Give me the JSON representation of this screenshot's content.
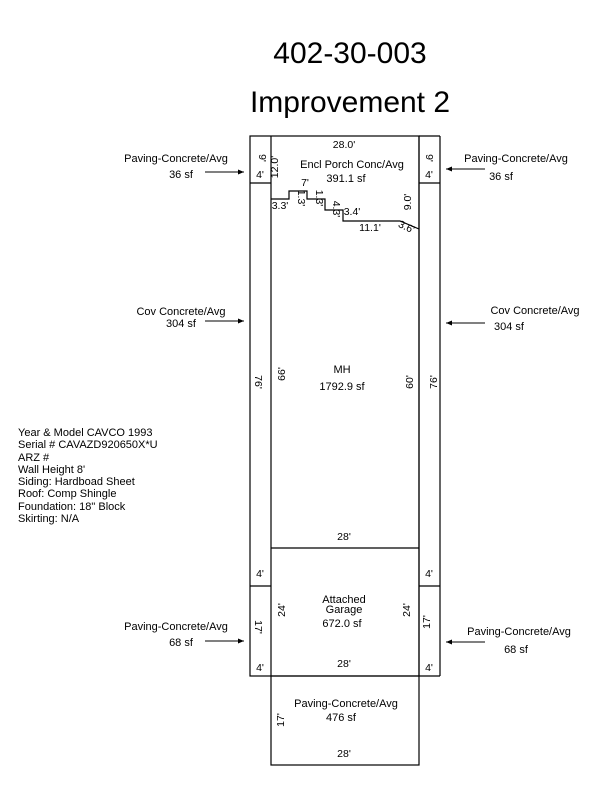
{
  "header": {
    "parcel_id": "402-30-003",
    "title": "Improvement 2"
  },
  "areas": {
    "porch": {
      "name": "Encl Porch Conc/Avg",
      "area": "391.1 sf"
    },
    "mh": {
      "name": "MH",
      "area": "1792.9 sf"
    },
    "garage": {
      "name_line1": "Attached",
      "name_line2": "Garage",
      "area": "672.0 sf"
    },
    "paving_bottom": {
      "name": "Paving-Concrete/Avg",
      "area": "476 sf"
    }
  },
  "side_labels": {
    "left_top": {
      "name": "Paving-Concrete/Avg",
      "area": "36 sf"
    },
    "right_top": {
      "name": "Paving-Concrete/Avg",
      "area": "36 sf"
    },
    "left_cov": {
      "name": "Cov Concrete/Avg",
      "area": "304 sf"
    },
    "right_cov": {
      "name": "Cov Concrete/Avg",
      "area": "304 sf"
    },
    "left_garage": {
      "name": "Paving-Concrete/Avg",
      "area": "68 sf"
    },
    "right_garage": {
      "name": "Paving-Concrete/Avg",
      "area": "68 sf"
    }
  },
  "dimensions": {
    "top_width": "28.0'",
    "porch_height": "12.0'",
    "strip_top_left": "9'",
    "strip_top_right": "9'",
    "strip_width_tl": "4'",
    "strip_width_tr": "4'",
    "step_7": "7'",
    "step_13a": "1.3'",
    "step_13b": "1.3'",
    "step_33": "3.3'",
    "step_43": "4.3'",
    "step_34": "3.4'",
    "step_90": "9.0'",
    "step_111": "11.1'",
    "step_36": "3.6'",
    "mh_left": "66'",
    "mh_right": "60'",
    "cov_left": "76'",
    "cov_right": "76'",
    "mh_bottom": "28'",
    "strip_width_ml": "4'",
    "strip_width_mr": "4'",
    "garage_left": "24'",
    "garage_right": "24'",
    "gstrip_left": "17'",
    "gstrip_right": "17'",
    "gstrip_width_bl": "4'",
    "gstrip_width_br": "4'",
    "garage_bottom": "28'",
    "paving_height": "17'",
    "paving_bottom": "28'"
  },
  "info": {
    "lines": [
      "Year & Model CAVCO 1993",
      "Serial # CAVAZD920650X*U",
      "ARZ #",
      "Wall Height 8'",
      "Siding: Hardboad Sheet",
      "Roof: Comp Shingle",
      "Foundation: 18\" Block",
      "Skirting: N/A"
    ]
  }
}
